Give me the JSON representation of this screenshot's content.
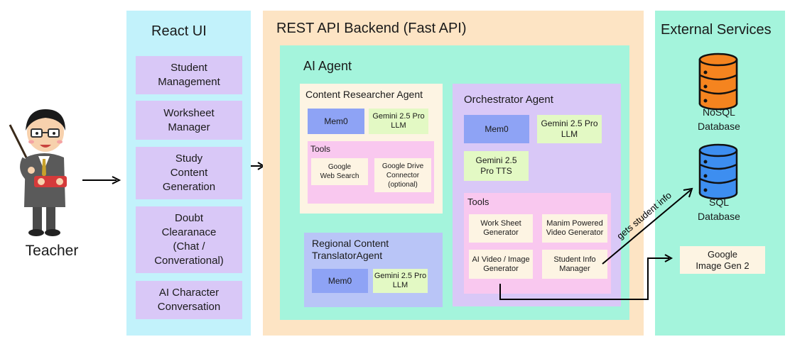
{
  "teacher": {
    "label": "Teacher"
  },
  "react_ui": {
    "title": "React UI",
    "items": [
      "Student\nManagement",
      "Worksheet\nManager",
      "Study\nContent\nGeneration",
      "Doubt\nClearanace\n(Chat /\nConverational)",
      "AI Character\nConversation"
    ]
  },
  "backend": {
    "title": "REST API Backend (Fast API)",
    "ai_agent": {
      "title": "AI Agent",
      "content_researcher": {
        "title": "Content Researcher Agent",
        "mem": "Mem0",
        "llm": "Gemini 2.5 Pro\nLLM",
        "tools_title": "Tools",
        "tools": [
          "Google\nWeb Search",
          "Google Drive\nConnector\n(optional)"
        ]
      },
      "translator": {
        "title": "Regional Content\nTranslatorAgent",
        "mem": "Mem0",
        "llm": "Gemini 2.5 Pro\nLLM"
      },
      "orchestrator": {
        "title": "Orchestrator Agent",
        "mem": "Mem0",
        "llm": "Gemini 2.5 Pro\nLLM",
        "tts": "Gemini 2.5\nPro TTS",
        "tools_title": "Tools",
        "tools": [
          "Work Sheet\nGenerator",
          "Manim Powered\nVideo Generator",
          "AI Video / Image\nGenerator",
          "Student Info\nManager"
        ]
      }
    }
  },
  "external": {
    "title": "External Services",
    "nosql": "NoSQL\nDatabase",
    "sql": "SQL\nDatabase",
    "image_gen": "Google\nImage Gen 2",
    "edge_label": "gets student info"
  },
  "colors": {
    "react_ui_bg": "#c2f2fb",
    "backend_bg": "#fde4c4",
    "agent_bg": "#a4f4dc",
    "external_bg": "#a4f4dc",
    "orchestrator_bg": "#d9c8f7",
    "tools_bg": "#f9c8ef",
    "nosql_color": "#f5841f",
    "sql_color": "#3d8ef0"
  }
}
